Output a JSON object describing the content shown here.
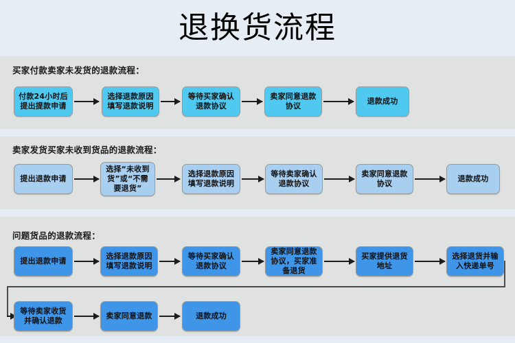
{
  "title": "退换货流程",
  "colors": {
    "band_light": "#e7edf5",
    "band_gray": "#e0e2e2",
    "node_cyan": "#4fc9f0",
    "node_light_blue": "#a8cef0",
    "node_blue": "#3f95e8",
    "connector": "#1c1c1c"
  },
  "sections": [
    {
      "heading": "买家付款卖家未发货的退款流程：",
      "nodes": [
        "付款24小时后提出提款申请",
        "选择退款原因填写退款说明",
        "等待买家确认退款协议",
        "卖家同意退款协议",
        "退款成功"
      ]
    },
    {
      "heading": "卖家发货买家未收到货品的退款流程：",
      "nodes": [
        "提出退款申请",
        "选择“未收到货”或“不需要退货”",
        "选择退款原因填写退款说明",
        "等待卖家确认退款协议",
        "卖家同意退款协议",
        "退款成功"
      ]
    },
    {
      "heading": "问题货品的退款流程：",
      "nodes_row1": [
        "提出退款申请",
        "选择退款原因填写退款说明",
        "等待买家确认退款协议",
        "卖家同意退款协议，买家准备退货",
        "买家提供退货地址",
        "选择退货并输入快递单号"
      ],
      "nodes_row2": [
        "等待卖家收货并确认退款",
        "卖家同意退款",
        "退款成功"
      ]
    }
  ]
}
